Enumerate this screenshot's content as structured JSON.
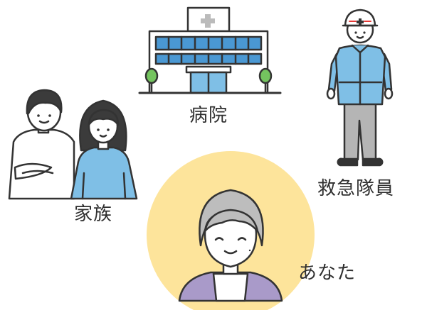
{
  "colors": {
    "outline": "#333333",
    "light_blue": "#7fbfe6",
    "window_blue": "#4a98d3",
    "tree_green": "#74c45f",
    "highlight_yellow": "#fde49b",
    "uniform_gray": "#b5b5b5",
    "hair_gray": "#bdbdbd",
    "dark_hair": "#3b3b3b",
    "skin": "#ffffff",
    "cardigan_purple": "#a99ac9",
    "helmet_red": "#e53935"
  },
  "nodes": [
    {
      "id": "hospital",
      "label": "病院",
      "icon": "hospital-building-icon"
    },
    {
      "id": "rescuer",
      "label": "救急隊員",
      "icon": "paramedic-person-icon"
    },
    {
      "id": "family",
      "label": "家族",
      "icon": "family-couple-icon"
    },
    {
      "id": "you",
      "label": "あなた",
      "icon": "elderly-woman-icon",
      "highlighted": true
    }
  ]
}
